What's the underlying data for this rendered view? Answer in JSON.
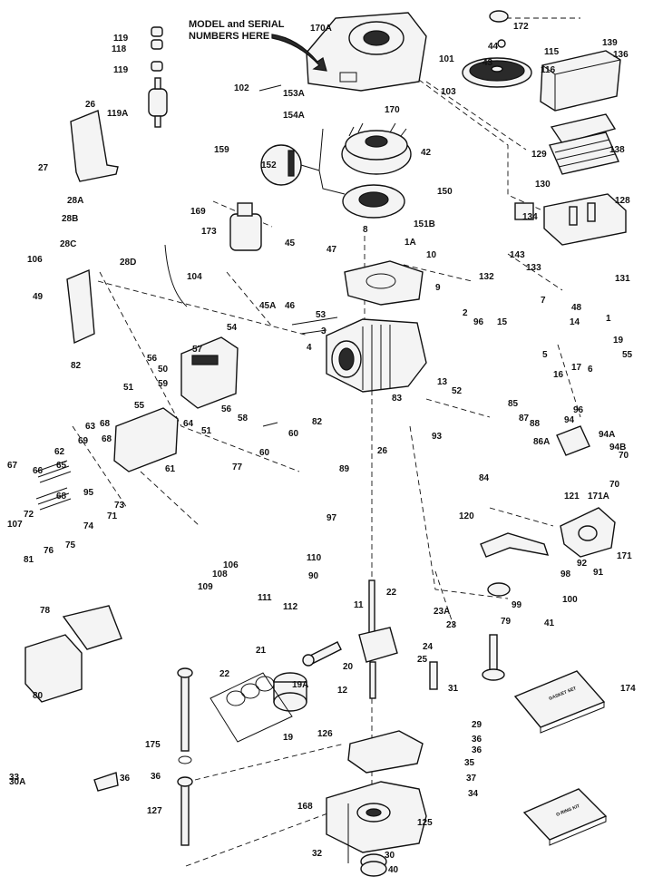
{
  "header": {
    "note_line1": "MODEL and SERIAL",
    "note_line2": "NUMBERS HERE"
  },
  "kits": {
    "gasket": "GASKET SET",
    "oring": "O-RING KIT"
  },
  "callouts": [
    "170A",
    "101",
    "102",
    "103",
    "153A",
    "170",
    "115",
    "172",
    "44",
    "43",
    "116",
    "139",
    "136",
    "119",
    "118",
    "119",
    "119A",
    "26",
    "27",
    "28A",
    "28B",
    "28C",
    "28D",
    "159",
    "154A",
    "42",
    "152",
    "150",
    "151B",
    "129",
    "138",
    "130",
    "128",
    "169",
    "173",
    "8",
    "1A",
    "10",
    "134",
    "143",
    "133",
    "131",
    "106",
    "45",
    "47",
    "46",
    "9",
    "45A",
    "132",
    "7",
    "48",
    "104",
    "49",
    "54",
    "53",
    "3",
    "2",
    "96",
    "15",
    "14",
    "1",
    "4",
    "19",
    "5",
    "17",
    "16",
    "6",
    "55",
    "56",
    "50",
    "57",
    "51",
    "59",
    "82",
    "13",
    "83",
    "52",
    "55",
    "56",
    "58",
    "51",
    "64",
    "63",
    "68",
    "68",
    "69",
    "62",
    "61",
    "60",
    "60",
    "77",
    "82",
    "85",
    "87",
    "88",
    "86A",
    "84",
    "93",
    "96",
    "94",
    "94A",
    "94B",
    "70",
    "67",
    "65",
    "66",
    "68",
    "95",
    "89",
    "97",
    "120",
    "121",
    "171A",
    "70",
    "72",
    "71",
    "73",
    "74",
    "75",
    "76",
    "81",
    "107",
    "109",
    "108",
    "106",
    "110",
    "111",
    "112",
    "90",
    "171",
    "91",
    "92",
    "98",
    "99",
    "100",
    "41",
    "11",
    "22",
    "23A",
    "23",
    "24",
    "25",
    "79",
    "78",
    "80",
    "21",
    "20",
    "22",
    "19A",
    "19",
    "26",
    "12",
    "31",
    "174",
    "175",
    "126",
    "29",
    "36",
    "36",
    "35",
    "37",
    "34",
    "36",
    "36",
    "127",
    "168",
    "125",
    "32",
    "30",
    "40",
    "33",
    "30A"
  ]
}
